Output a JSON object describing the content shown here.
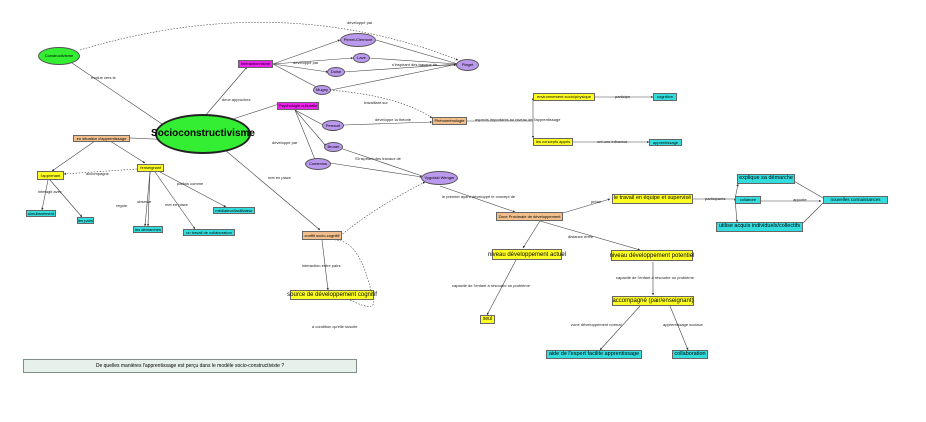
{
  "colors": {
    "green": "#33ee33",
    "purple": "#bb99ee",
    "magenta": "#ee22ee",
    "yellow": "#ffff22",
    "orange": "#f2bf8c",
    "cyan": "#33dddd",
    "line": "#333333",
    "question_bg": "#e7f0ea"
  },
  "concepts": {
    "constructivisme": "Constructivisme",
    "socioconstructivisme": "Socioconstructivisme",
    "interactionnisme": "Interactionnisme",
    "psychologie_culturelle": "Psychologie culturelle",
    "perret_clermont": "Perret-Clermont",
    "lave": "Lave",
    "doise": "Doise",
    "mugny": "Mugny",
    "piaget": "Piaget",
    "perraud": "Perraud",
    "bruner": "Bruner",
    "comenius": "Comenius",
    "vygotski": "Vygotski Wenger",
    "phenomenologie": "Phénoménologie",
    "environnement": "environnement socio/physique",
    "cognition": "cognition",
    "concepts_appris": "les concepts appris",
    "apprentissage_bottom": "apprentissage",
    "situation": "en situation d'apprentissage",
    "apprenant": "l'apprenant",
    "enseignant": "l'enseignant",
    "simultanement": "simultanément",
    "pairs": "les pairs",
    "demarches": "les démarches",
    "travail_collab": "un travail de collaboration",
    "mediateur": "médiateur/facilitateur",
    "conflit": "conflit socio-cognitif",
    "source": "source de développement cognitif",
    "zpd": "Zone Proximale de développement",
    "travail_equipe": "le travail en équipe et supervisé",
    "explique": "explique sa démarche",
    "collabore": "collabore",
    "nouvelles": "nouvelles connaissances",
    "acquis": "utilise acquis individuels/collectifs",
    "niveau_actuel": "niveau développement actuel",
    "niveau_potentiel": "niveau développement potentiel",
    "seul": "seul",
    "accompagne": "accompagné (pair/enseignant)",
    "aide": "aide de l'expert facilite apprentissage",
    "collaboration": "collaboration"
  },
  "links": {
    "developpe_par_top": "développé par",
    "evolue_vers": "évolue vers le",
    "developpe_par_mid": "développé par",
    "sinspirant1": "s'inspirant des travaux de",
    "travaillant_sur": "travaillant sur",
    "deux_approches": "deux approches",
    "developpe_par_low": "développé par",
    "developpe_theorie": "développe la théorie",
    "sinspirant2": "S'inspirant des travaux de",
    "aspects": "aspects importants au niveau de l'apprentissage",
    "participe": "participe",
    "ont_influence": "ont une influence",
    "premier_ayant": "le premier ayant développé le concept de",
    "prone": "prône",
    "participants": "participants",
    "apporte": "apporte",
    "distance_entre": "distance entre",
    "capacite_seul": "capacité de l'enfant à résoudre un problème",
    "capacite_aide": "capacité de l'enfant à résoudre un problème",
    "zone_dev": "zone développement normal",
    "apprentissage_social": "apprentissage sociaux",
    "accompagne": "accompagne",
    "interagit": "interagit avec",
    "regule": "régule",
    "observe": "observe",
    "met_en_place_ens": "met en place",
    "parfois_comme": "parfois comme",
    "met_en_place": "met en place",
    "interaction_pairs": "interaction entre pairs",
    "a_condition": "à condition qu'elle suscite"
  },
  "question": "De quelles manières l'apprentissage est perçu dans le modèle socio-constructiviste ?"
}
